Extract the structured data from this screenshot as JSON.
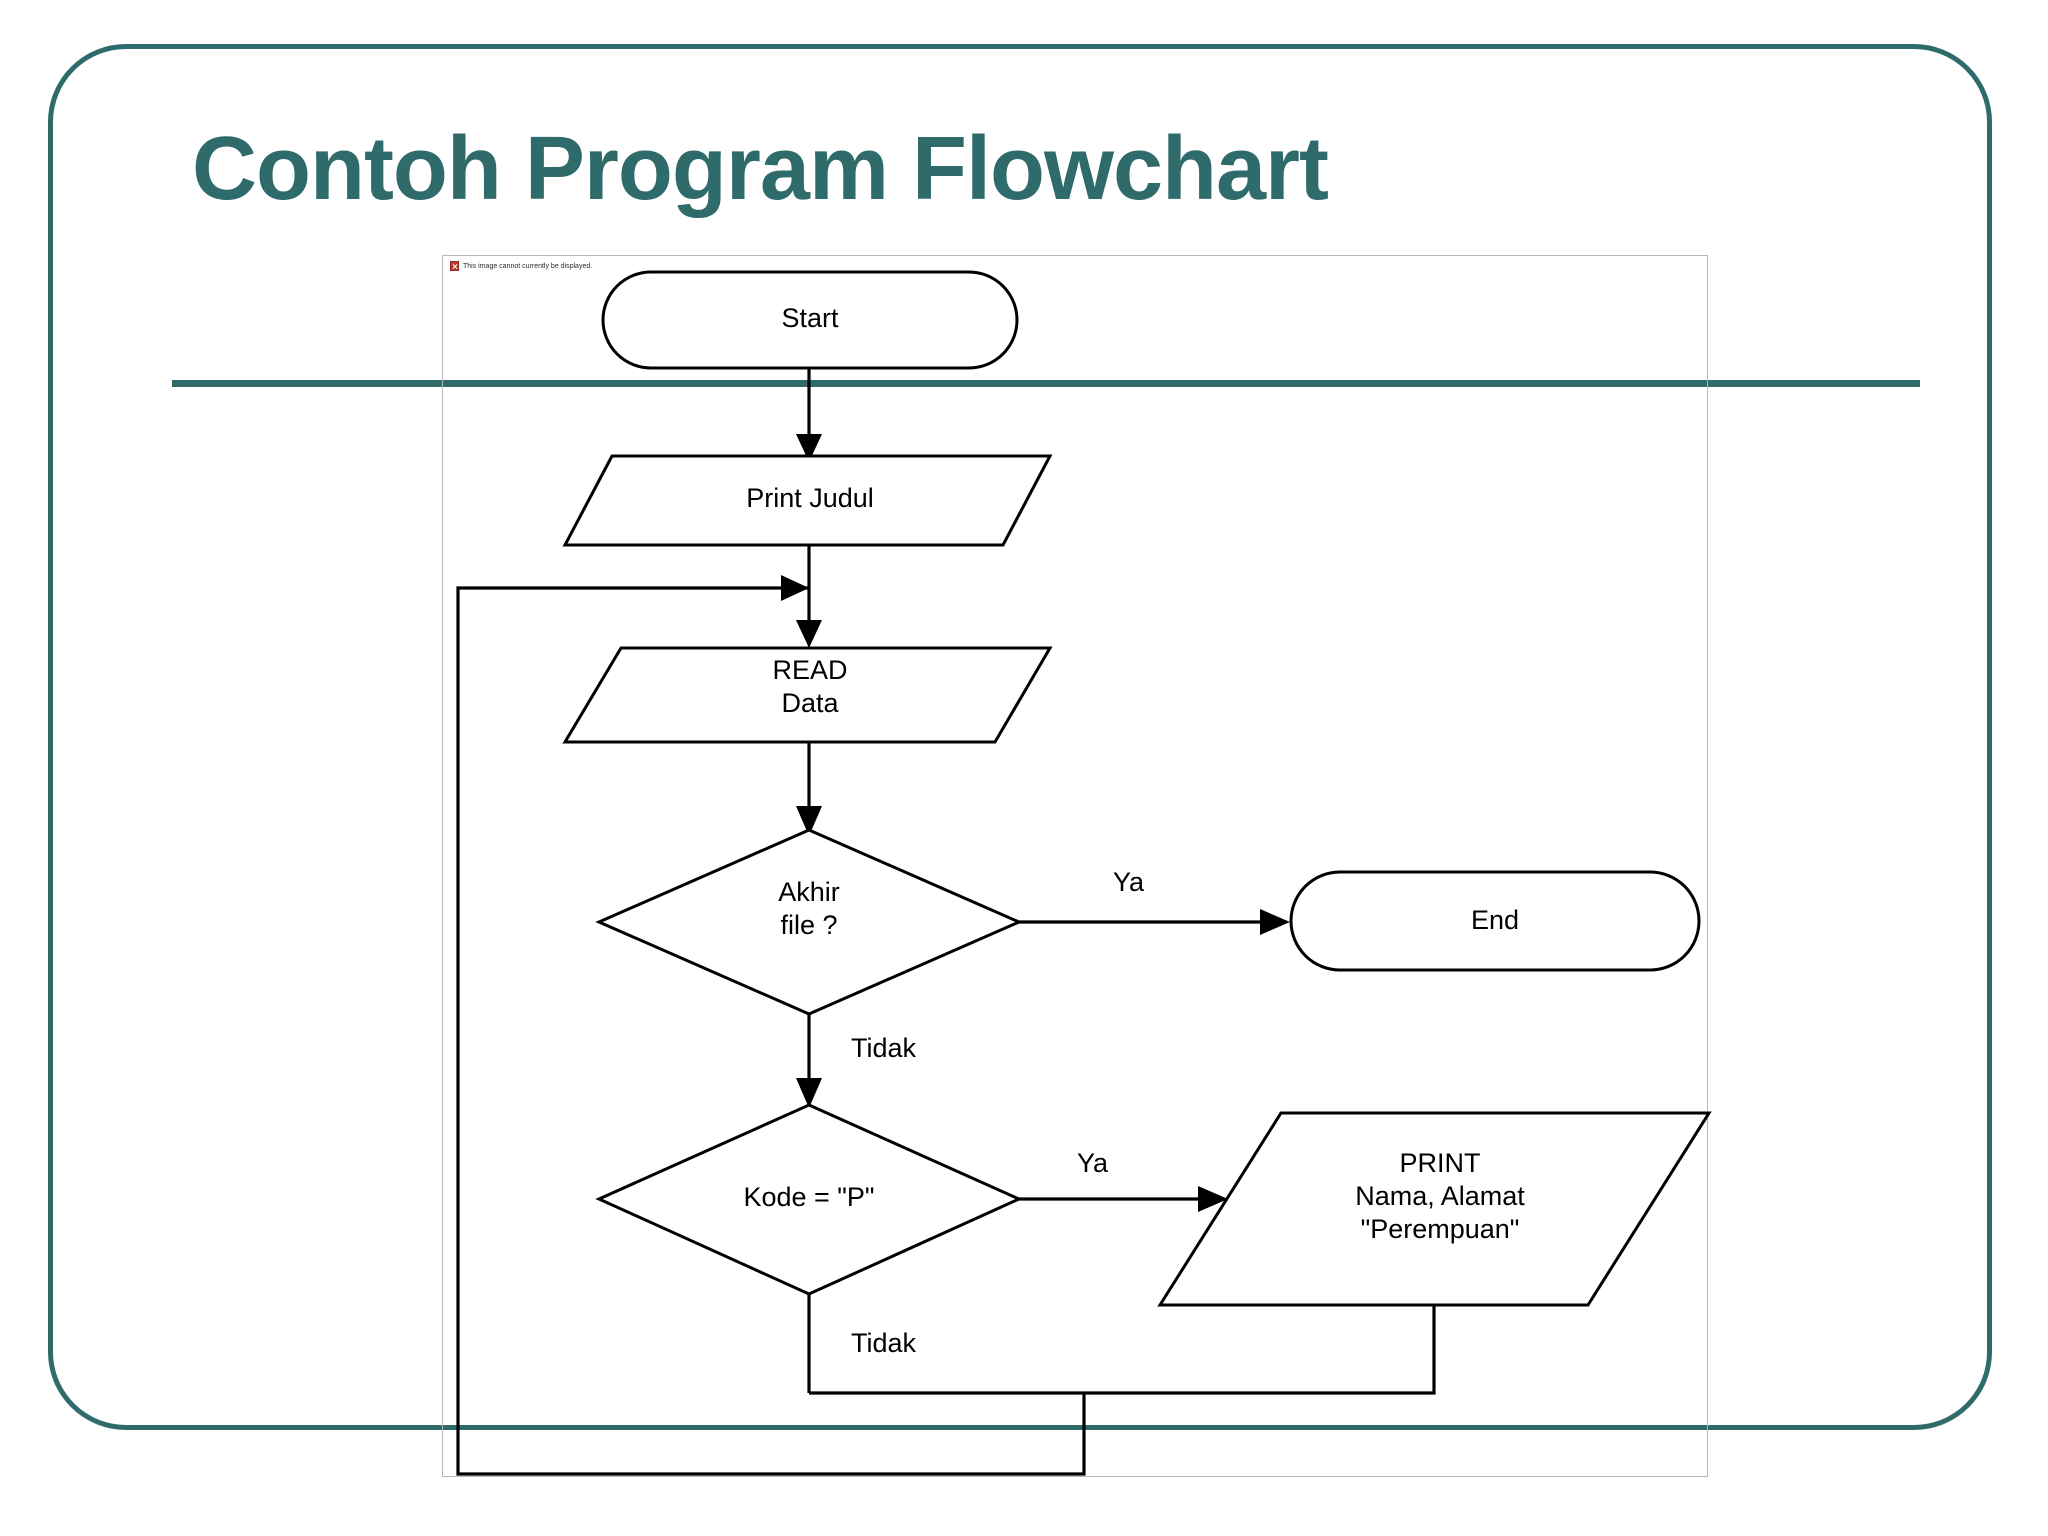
{
  "slide": {
    "title": "Contoh Program Flowchart",
    "accent_color": "#2f6b6b",
    "background_color": "#ffffff",
    "shape_stroke_color": "#000000"
  },
  "picture_placeholder": {
    "message": "This image cannot currently be displayed.",
    "icon": "broken-image-icon"
  },
  "flowchart": {
    "nodes": [
      {
        "id": "start",
        "type": "terminator",
        "label": "Start"
      },
      {
        "id": "judul",
        "type": "input-output",
        "label": "Print Judul"
      },
      {
        "id": "read",
        "type": "input-output",
        "label": "READ\nData"
      },
      {
        "id": "akhir",
        "type": "decision",
        "label": "Akhir\nfile ?"
      },
      {
        "id": "end",
        "type": "terminator",
        "label": "End"
      },
      {
        "id": "kode",
        "type": "decision",
        "label": "Kode = \"P\""
      },
      {
        "id": "print",
        "type": "input-output",
        "label": "PRINT\nNama, Alamat\n\"Perempuan\""
      }
    ],
    "edge_labels": {
      "akhir_yes": "Ya",
      "akhir_no": "Tidak",
      "kode_yes": "Ya",
      "kode_no": "Tidak"
    },
    "edges": [
      {
        "from": "start",
        "to": "judul",
        "label": ""
      },
      {
        "from": "judul",
        "to": "read",
        "label": ""
      },
      {
        "from": "read",
        "to": "akhir",
        "label": ""
      },
      {
        "from": "akhir",
        "to": "end",
        "label": "Ya"
      },
      {
        "from": "akhir",
        "to": "kode",
        "label": "Tidak"
      },
      {
        "from": "kode",
        "to": "print",
        "label": "Ya"
      },
      {
        "from": "kode",
        "to": "read",
        "label": "Tidak"
      },
      {
        "from": "print",
        "to": "read",
        "label": ""
      }
    ]
  }
}
